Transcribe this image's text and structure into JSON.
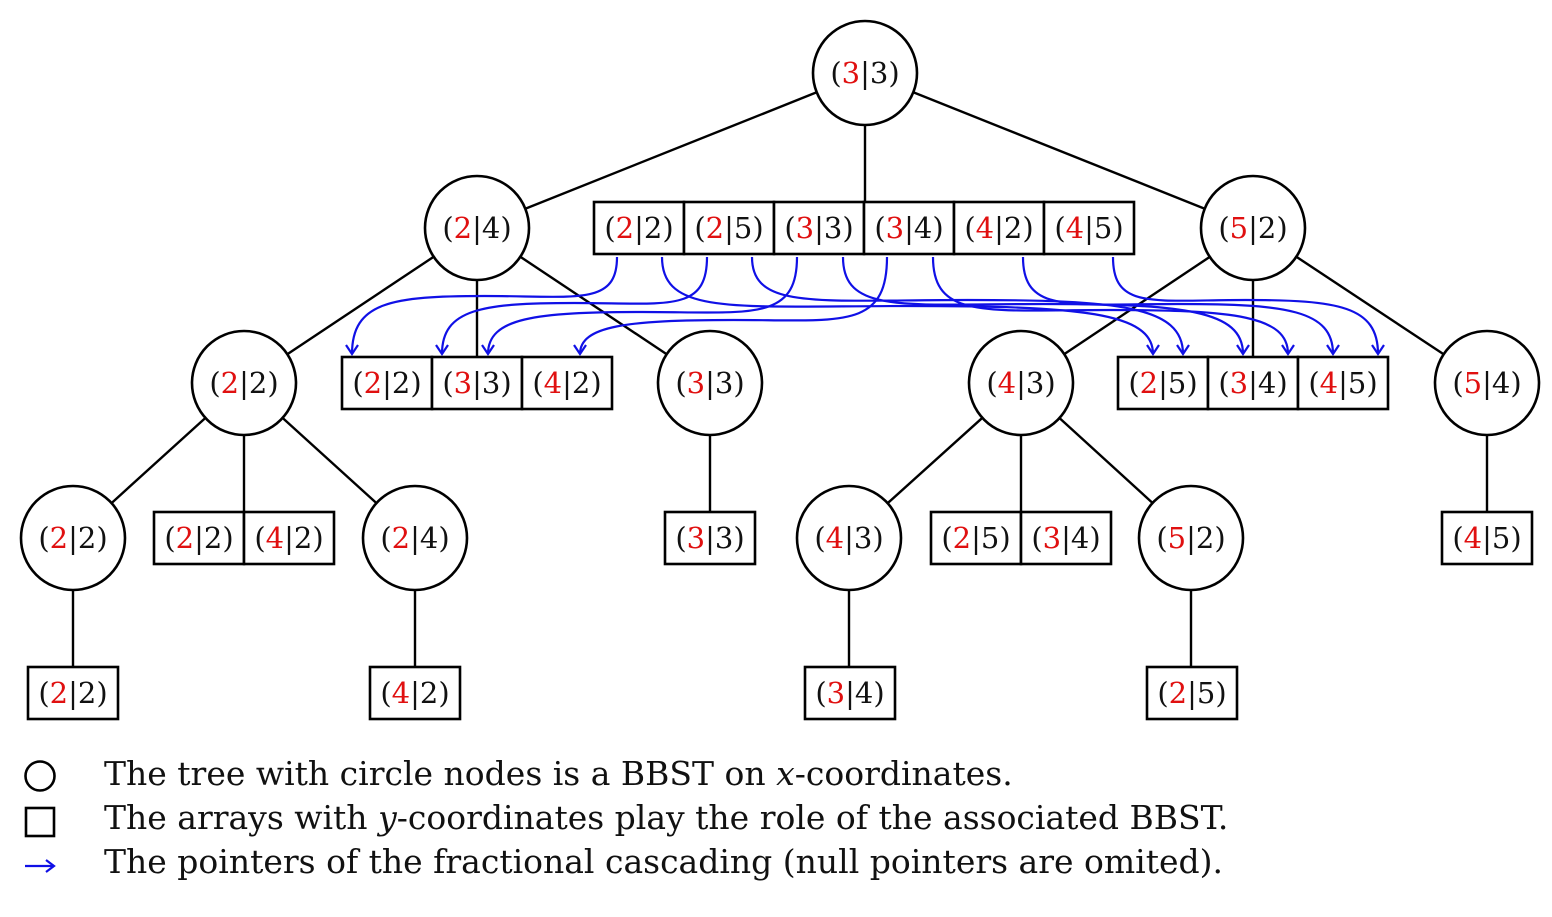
{
  "colors": {
    "x_value": "#e01010",
    "y_value": "#111111",
    "pointer": "#1010e6",
    "line": "#000000"
  },
  "tree": {
    "root": {
      "x": "3",
      "y": "3"
    },
    "root_array": [
      {
        "x": "2",
        "y": "2"
      },
      {
        "x": "2",
        "y": "5"
      },
      {
        "x": "3",
        "y": "3"
      },
      {
        "x": "3",
        "y": "4"
      },
      {
        "x": "4",
        "y": "2"
      },
      {
        "x": "4",
        "y": "5"
      }
    ],
    "left": {
      "x": "2",
      "y": "4"
    },
    "left_array": [
      {
        "x": "2",
        "y": "2"
      },
      {
        "x": "3",
        "y": "3"
      },
      {
        "x": "4",
        "y": "2"
      }
    ],
    "right": {
      "x": "5",
      "y": "2"
    },
    "right_array": [
      {
        "x": "2",
        "y": "5"
      },
      {
        "x": "3",
        "y": "4"
      },
      {
        "x": "4",
        "y": "5"
      }
    ],
    "ll": {
      "x": "2",
      "y": "2"
    },
    "ll_array": [
      {
        "x": "2",
        "y": "2"
      },
      {
        "x": "4",
        "y": "2"
      }
    ],
    "lr": {
      "x": "3",
      "y": "3"
    },
    "lr_array": [
      {
        "x": "3",
        "y": "3"
      }
    ],
    "rl": {
      "x": "4",
      "y": "3"
    },
    "rl_array": [
      {
        "x": "2",
        "y": "5"
      },
      {
        "x": "3",
        "y": "4"
      }
    ],
    "rr": {
      "x": "5",
      "y": "4"
    },
    "rr_array": [
      {
        "x": "4",
        "y": "5"
      }
    ],
    "lll": {
      "x": "2",
      "y": "2"
    },
    "lll_array": [
      {
        "x": "2",
        "y": "2"
      }
    ],
    "llr": {
      "x": "2",
      "y": "4"
    },
    "llr_array": [
      {
        "x": "4",
        "y": "2"
      }
    ],
    "rll": {
      "x": "4",
      "y": "3"
    },
    "rll_array": [
      {
        "x": "3",
        "y": "4"
      }
    ],
    "rlr": {
      "x": "5",
      "y": "2"
    },
    "rlr_array": [
      {
        "x": "2",
        "y": "5"
      }
    ]
  },
  "legend": {
    "circle": {
      "icon": "circle-icon",
      "text_before": "The tree with circle nodes is a BBST on ",
      "var": "x",
      "text_after": "-coordinates."
    },
    "square": {
      "icon": "square-icon",
      "text_before": "The arrays with ",
      "var": "y",
      "text_after": "-coordinates play the role of the associated BBST."
    },
    "arrow": {
      "icon": "arrow-icon",
      "text": "The pointers of the fractional cascading (null pointers are omited)."
    }
  }
}
